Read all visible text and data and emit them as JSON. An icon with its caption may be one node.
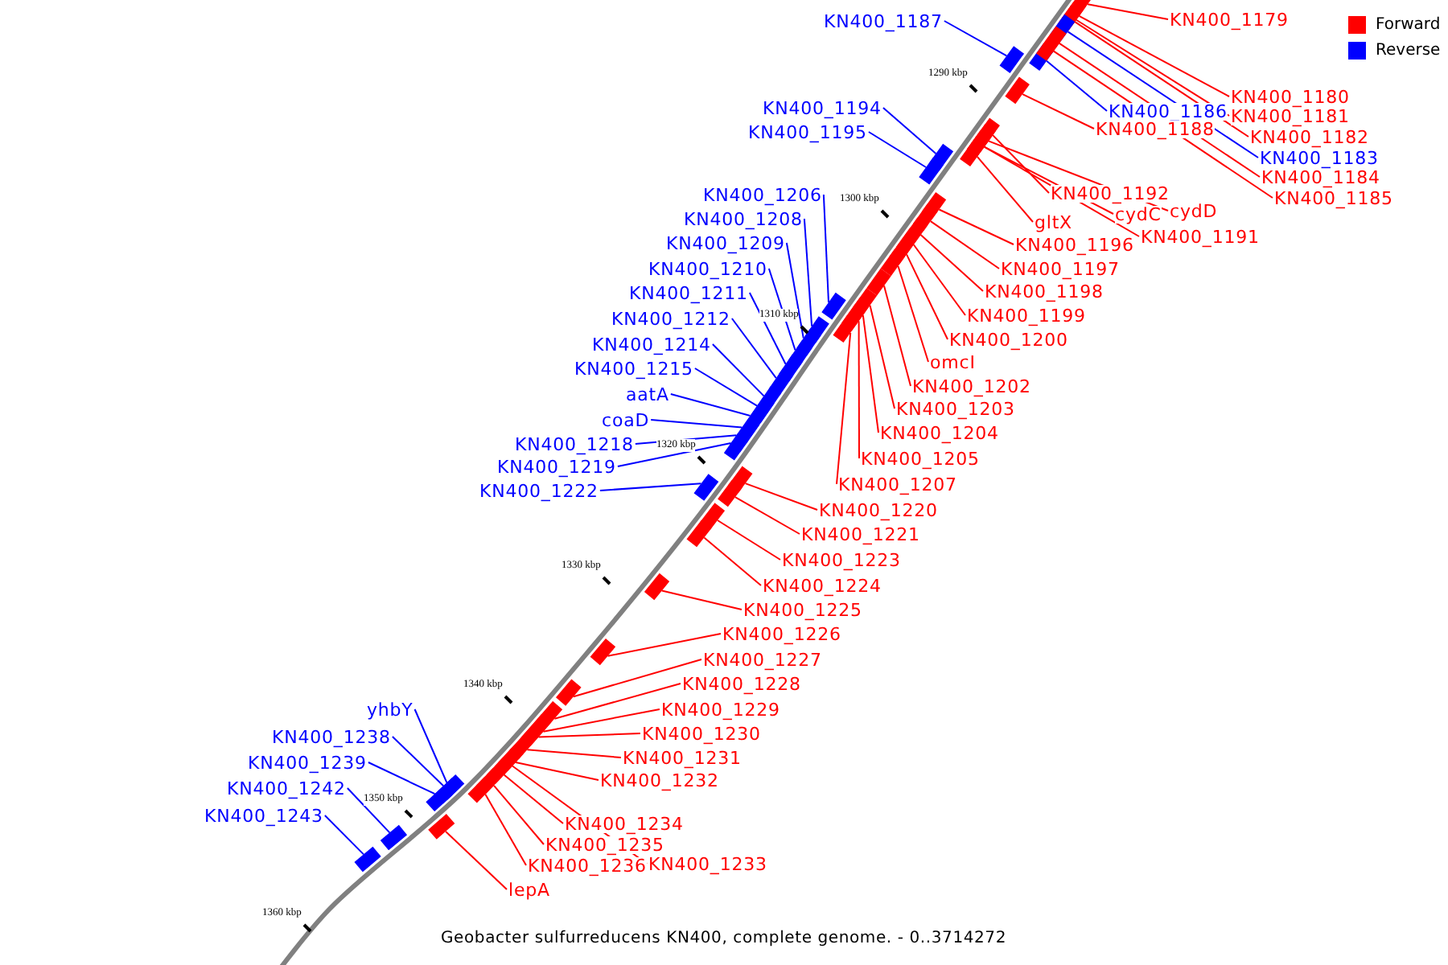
{
  "diagram": {
    "caption": "Geobacter sulfurreducens KN400, complete genome. - 0..3714272",
    "nodes": [
      {
        "text": [
          "KN400_1187"
        ]
      },
      {
        "text": [
          "KN400_1179"
        ]
      },
      {
        "text": [
          "KN400_1180"
        ]
      },
      {
        "text": [
          "KN400_1186"
        ]
      },
      {
        "text": [
          "KN400_1181"
        ]
      },
      {
        "text": [
          "KN400_1194"
        ]
      },
      {
        "text": [
          "KN400_1188"
        ]
      },
      {
        "text": [
          "KN400_1195"
        ]
      },
      {
        "text": [
          "KN400_1182"
        ]
      },
      {
        "text": [
          "KN400_1183"
        ]
      },
      {
        "text": [
          "KN400_1184"
        ]
      },
      {
        "text": [
          "KN400_1206"
        ]
      },
      {
        "text": [
          "KN400_1192"
        ]
      },
      {
        "text": [
          "KN400_1185"
        ]
      },
      {
        "text": [
          "cydD"
        ]
      },
      {
        "text": [
          "cydC"
        ]
      },
      {
        "text": [
          "KN400_1208"
        ]
      },
      {
        "text": [
          "gltX"
        ]
      },
      {
        "text": [
          "KN400_1191"
        ]
      },
      {
        "text": [
          "KN400_1209"
        ]
      },
      {
        "text": [
          "KN400_1196"
        ]
      },
      {
        "text": [
          "KN400_1197"
        ]
      },
      {
        "text": [
          "KN400_1210"
        ]
      },
      {
        "text": [
          "KN400_1198"
        ]
      },
      {
        "text": [
          "KN400_1211"
        ]
      },
      {
        "text": [
          "KN400_1199"
        ]
      },
      {
        "text": [
          "KN400_1212"
        ]
      },
      {
        "text": [
          "KN400_1200"
        ]
      },
      {
        "text": [
          "KN400_1214"
        ]
      },
      {
        "text": [
          "omcI"
        ]
      },
      {
        "text": [
          "KN400_1215"
        ]
      },
      {
        "text": [
          "KN400_1202"
        ]
      },
      {
        "text": [
          "aatA"
        ]
      },
      {
        "text": [
          "KN400_1203"
        ]
      },
      {
        "text": [
          "coaD"
        ]
      },
      {
        "text": [
          "KN400_1204"
        ]
      },
      {
        "text": [
          "KN400_1218"
        ]
      },
      {
        "text": [
          "KN400_1205"
        ]
      },
      {
        "text": [
          "KN400_1219"
        ]
      },
      {
        "text": [
          "KN400_1207"
        ]
      },
      {
        "text": [
          "KN400_1222"
        ]
      },
      {
        "text": [
          "KN400_1220"
        ]
      },
      {
        "text": [
          "KN400_1221"
        ]
      },
      {
        "text": [
          "KN400_1223"
        ]
      },
      {
        "text": [
          "KN400_1224"
        ]
      },
      {
        "text": [
          "KN400_1225"
        ]
      },
      {
        "text": [
          "KN400_1226"
        ]
      },
      {
        "text": [
          "KN400_1227"
        ]
      },
      {
        "text": [
          "KN400_1228"
        ]
      },
      {
        "text": [
          "KN400_1229"
        ]
      },
      {
        "text": [
          "KN400_1230"
        ]
      },
      {
        "text": [
          "KN400_1231"
        ]
      },
      {
        "text": [
          "KN400_1232"
        ]
      },
      {
        "text": [
          "yhbY"
        ]
      },
      {
        "text": [
          "KN400_1238"
        ]
      },
      {
        "text": [
          "KN400_1239"
        ]
      },
      {
        "text": [
          "KN400_1242"
        ]
      },
      {
        "text": [
          "KN400_1243"
        ]
      },
      {
        "text": [
          "KN400_1234"
        ]
      },
      {
        "text": [
          "KN400_1235"
        ]
      },
      {
        "text": [
          "KN400_1236"
        ]
      },
      {
        "text": [
          "KN400_1233"
        ]
      },
      {
        "text": [
          "lepA"
        ]
      },
      {
        "text": [],
        "shape": "bar"
      },
      {
        "text": [],
        "shape": "bar"
      },
      {
        "text": [],
        "shape": "bar"
      },
      {
        "text": [],
        "shape": "bar"
      },
      {
        "text": [],
        "shape": "bar"
      },
      {
        "text": [],
        "shape": "bar"
      },
      {
        "text": [],
        "shape": "bar"
      },
      {
        "text": [],
        "shape": "bar"
      },
      {
        "text": [],
        "shape": "bar"
      },
      {
        "text": [],
        "shape": "bar"
      },
      {
        "text": [],
        "shape": "bar"
      },
      {
        "text": [],
        "shape": "bar"
      },
      {
        "text": [],
        "shape": "bar"
      },
      {
        "text": [],
        "shape": "bar"
      },
      {
        "text": [],
        "shape": "bar"
      },
      {
        "text": [],
        "shape": "bar"
      },
      {
        "text": [],
        "shape": "bar"
      },
      {
        "text": [],
        "shape": "bar"
      },
      {
        "text": [],
        "shape": "bar"
      },
      {
        "text": [],
        "shape": "bar"
      },
      {
        "text": [],
        "shape": "bar"
      },
      {
        "text": [],
        "shape": "bar"
      },
      {
        "text": [],
        "shape": "bar"
      },
      {
        "text": [],
        "shape": "bar"
      },
      {
        "text": [],
        "shape": "bar"
      },
      {
        "text": [],
        "shape": "bar"
      },
      {
        "text": [],
        "shape": "bar"
      },
      {
        "text": [],
        "shape": "bar"
      },
      {
        "text": [],
        "shape": "bar"
      },
      {
        "text": [],
        "shape": "bar"
      },
      {
        "text": [],
        "shape": "bar"
      },
      {
        "text": [],
        "shape": "bar"
      },
      {
        "text": [],
        "shape": "bar"
      },
      {
        "text": [],
        "shape": "bar"
      },
      {
        "text": [],
        "shape": "bar"
      },
      {
        "text": [],
        "shape": "bar"
      },
      {
        "text": [],
        "shape": "bar"
      },
      {
        "text": [],
        "shape": "bar"
      },
      {
        "text": [],
        "shape": "bar"
      },
      {
        "text": [],
        "shape": "bar"
      },
      {
        "text": [],
        "shape": "bar"
      },
      {
        "text": [],
        "shape": "bar"
      },
      {
        "text": [],
        "shape": "bar"
      },
      {
        "text": [],
        "shape": "bar"
      },
      {
        "text": [],
        "shape": "bar"
      },
      {
        "text": [],
        "shape": "bar"
      },
      {
        "text": [],
        "shape": "bar"
      },
      {
        "text": [],
        "shape": "bar"
      },
      {
        "text": [],
        "shape": "bar"
      },
      {
        "text": [],
        "shape": "bar"
      },
      {
        "text": [],
        "shape": "bar"
      },
      {
        "text": [],
        "shape": "bar"
      },
      {
        "text": [],
        "shape": "bar"
      },
      {
        "text": [],
        "shape": "bar"
      },
      {
        "text": [],
        "shape": "bar"
      },
      {
        "text": [],
        "shape": "bar"
      },
      {
        "text": [],
        "shape": "bar"
      },
      {
        "text": [],
        "shape": "bar"
      },
      {
        "text": [],
        "shape": "bar"
      },
      {
        "text": [],
        "shape": "bar"
      },
      {
        "text": [],
        "shape": "bar"
      },
      {
        "text": [],
        "shape": "bar"
      },
      {
        "text": [],
        "shape": "bar"
      }
    ],
    "edges": [
      {
        "from": 0,
        "to": 63,
        "arrow": "none",
        "color": "#0000ff"
      },
      {
        "from": 1,
        "to": 64,
        "arrow": "none"
      },
      {
        "from": 2,
        "to": 65,
        "arrow": "none"
      },
      {
        "from": 3,
        "to": 66,
        "arrow": "none",
        "color": "#0000ff"
      },
      {
        "from": 4,
        "to": 67,
        "arrow": "none"
      },
      {
        "from": 5,
        "to": 68,
        "arrow": "none",
        "color": "#0000ff"
      },
      {
        "from": 6,
        "to": 69,
        "arrow": "none"
      },
      {
        "from": 7,
        "to": 70,
        "arrow": "none",
        "color": "#0000ff"
      },
      {
        "from": 8,
        "to": 71,
        "arrow": "none"
      },
      {
        "from": 9,
        "to": 72,
        "arrow": "none",
        "color": "#0000ff"
      },
      {
        "from": 10,
        "to": 73,
        "arrow": "none"
      },
      {
        "from": 11,
        "to": 74,
        "arrow": "none",
        "color": "#0000ff"
      },
      {
        "from": 12,
        "to": 75,
        "arrow": "none"
      },
      {
        "from": 13,
        "to": 76,
        "arrow": "none"
      },
      {
        "from": 14,
        "to": 77,
        "arrow": "none"
      },
      {
        "from": 15,
        "to": 78,
        "arrow": "none"
      },
      {
        "from": 16,
        "to": 79,
        "arrow": "none",
        "color": "#0000ff"
      },
      {
        "from": 17,
        "to": 80,
        "arrow": "none"
      },
      {
        "from": 18,
        "to": 81,
        "arrow": "none"
      },
      {
        "from": 19,
        "to": 82,
        "arrow": "none",
        "color": "#0000ff"
      },
      {
        "from": 20,
        "to": 83,
        "arrow": "none"
      },
      {
        "from": 21,
        "to": 84,
        "arrow": "none"
      },
      {
        "from": 22,
        "to": 85,
        "arrow": "none",
        "color": "#0000ff"
      },
      {
        "from": 23,
        "to": 86,
        "arrow": "none"
      },
      {
        "from": 24,
        "to": 87,
        "arrow": "none",
        "color": "#0000ff"
      },
      {
        "from": 25,
        "to": 88,
        "arrow": "none"
      },
      {
        "from": 26,
        "to": 89,
        "arrow": "none",
        "color": "#0000ff"
      },
      {
        "from": 27,
        "to": 90,
        "arrow": "none"
      },
      {
        "from": 28,
        "to": 91,
        "arrow": "none",
        "color": "#0000ff"
      },
      {
        "from": 29,
        "to": 92,
        "arrow": "none"
      },
      {
        "from": 30,
        "to": 93,
        "arrow": "none",
        "color": "#0000ff"
      },
      {
        "from": 31,
        "to": 94,
        "arrow": "none"
      },
      {
        "from": 32,
        "to": 95,
        "arrow": "none",
        "color": "#0000ff"
      },
      {
        "from": 33,
        "to": 96,
        "arrow": "none"
      },
      {
        "from": 34,
        "to": 97,
        "arrow": "none",
        "color": "#0000ff"
      },
      {
        "from": 35,
        "to": 98,
        "arrow": "none"
      },
      {
        "from": 36,
        "to": 99,
        "arrow": "none",
        "color": "#0000ff"
      },
      {
        "from": 37,
        "to": 100,
        "arrow": "none"
      },
      {
        "from": 38,
        "to": 101,
        "arrow": "none",
        "color": "#0000ff"
      },
      {
        "from": 39,
        "to": 102,
        "arrow": "none"
      },
      {
        "from": 40,
        "to": 103,
        "arrow": "none",
        "color": "#0000ff"
      },
      {
        "from": 41,
        "to": 104,
        "arrow": "none"
      },
      {
        "from": 42,
        "to": 105,
        "arrow": "none"
      },
      {
        "from": 43,
        "to": 106,
        "arrow": "none"
      },
      {
        "from": 44,
        "to": 107,
        "arrow": "none"
      },
      {
        "from": 45,
        "to": 108,
        "arrow": "none"
      },
      {
        "from": 46,
        "to": 109,
        "arrow": "none"
      },
      {
        "from": 47,
        "to": 110,
        "arrow": "none"
      },
      {
        "from": 48,
        "to": 111,
        "arrow": "none"
      },
      {
        "from": 49,
        "to": 112,
        "arrow": "none"
      },
      {
        "from": 50,
        "to": 113,
        "arrow": "none"
      },
      {
        "from": 51,
        "to": 114,
        "arrow": "none"
      },
      {
        "from": 52,
        "to": 115,
        "arrow": "none"
      },
      {
        "from": 53,
        "to": 116,
        "arrow": "none",
        "color": "#0000ff"
      },
      {
        "from": 54,
        "to": 117,
        "arrow": "none",
        "color": "#0000ff"
      },
      {
        "from": 55,
        "to": 118,
        "arrow": "none",
        "color": "#0000ff"
      },
      {
        "from": 56,
        "to": 119,
        "arrow": "none",
        "color": "#0000ff"
      },
      {
        "from": 57,
        "to": 120,
        "arrow": "none",
        "color": "#0000ff"
      },
      {
        "from": 58,
        "to": 121,
        "arrow": "none"
      },
      {
        "from": 59,
        "to": 122,
        "arrow": "none"
      },
      {
        "from": 60,
        "to": 123,
        "arrow": "none"
      },
      {
        "from": 61,
        "to": 124,
        "arrow": "none"
      },
      {
        "from": 62,
        "to": 125,
        "arrow": "none"
      }
    ],
    "labels": [
      "1290 kbp",
      "1300 kbp",
      "1310 kbp",
      "1320 kbp",
      "1330 kbp",
      "1340 kbp",
      "1350 kbp",
      "1360 kbp"
    ],
    "legend": [
      {
        "text": "Forward",
        "color": "#ff0000"
      },
      {
        "text": "Reverse",
        "color": "#0000ff"
      }
    ]
  }
}
